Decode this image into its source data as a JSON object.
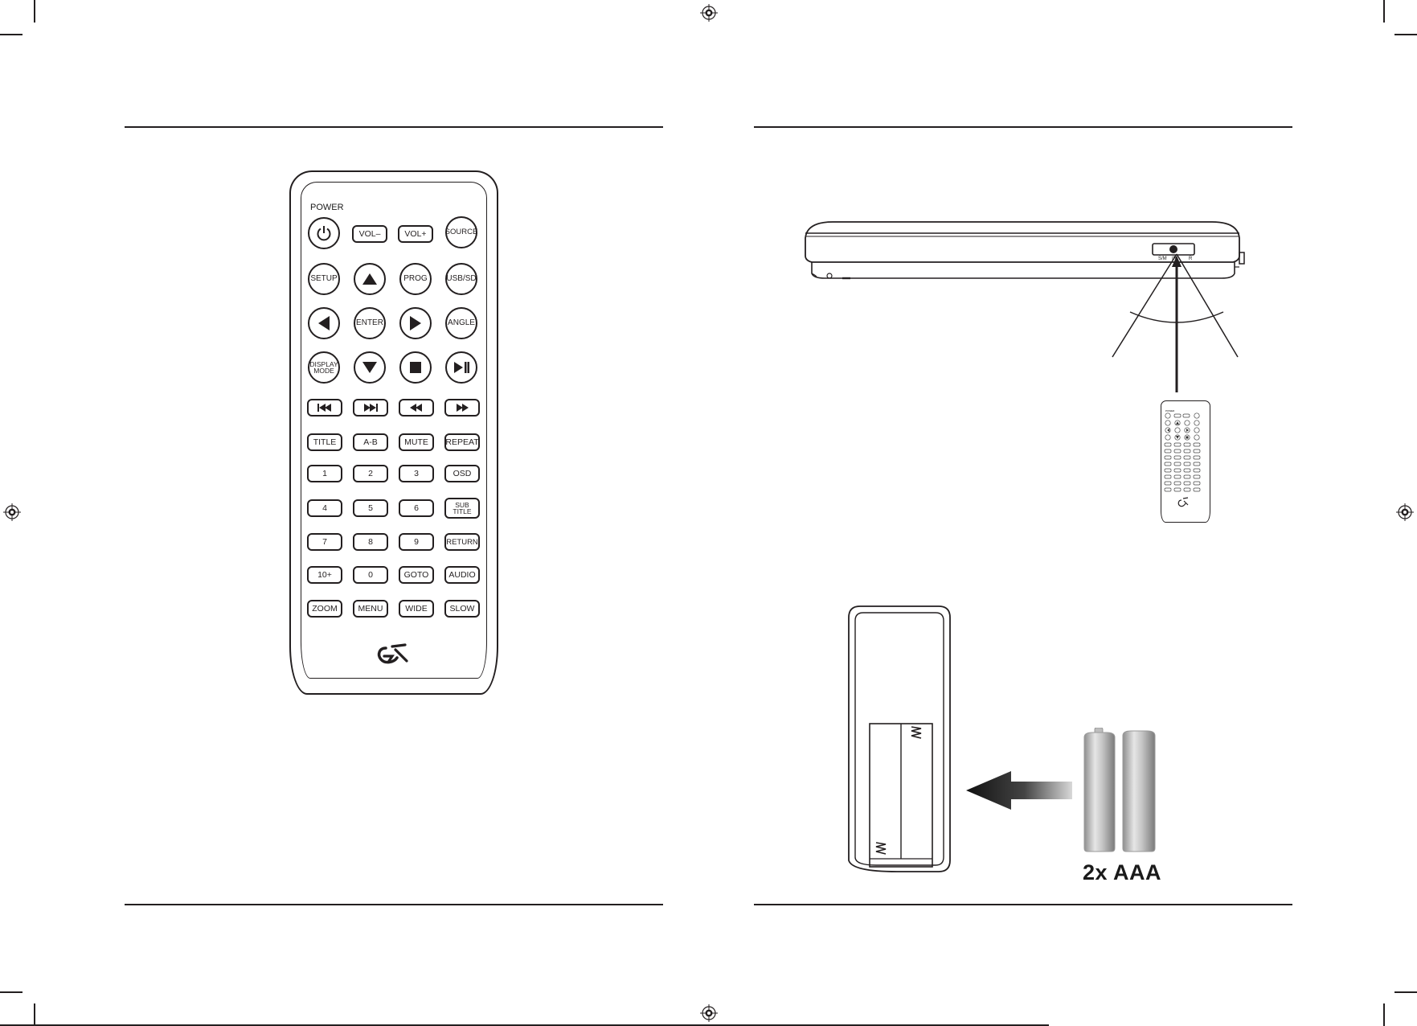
{
  "remote": {
    "power_label": "POWER",
    "brand_logo": "gpx-logo",
    "buttons": {
      "vol_down": "VOL–",
      "vol_up": "VOL+",
      "source": "SOURCE",
      "setup": "SETUP",
      "prog": "PROG",
      "usb_sd": "USB/SD",
      "enter": "ENTER",
      "angle": "ANGLE",
      "display_mode": "DISPLAY MODE",
      "title": "TITLE",
      "ab": "A-B",
      "mute": "MUTE",
      "repeat": "REPEAT",
      "n1": "1",
      "n2": "2",
      "n3": "3",
      "osd": "OSD",
      "n4": "4",
      "n5": "5",
      "n6": "6",
      "subtitle": "SUB TITLE",
      "n7": "7",
      "n8": "8",
      "n9": "9",
      "return": "RETURN",
      "n10plus": "10+",
      "n0": "0",
      "goto": "GOTO",
      "audio": "AUDIO",
      "zoom": "ZOOM",
      "menu": "MENU",
      "wide": "WIDE",
      "slow": "SLOW"
    },
    "icons": {
      "power": "power-icon",
      "up": "triangle-up-icon",
      "left": "triangle-left-icon",
      "right": "triangle-right-icon",
      "down": "triangle-down-icon",
      "stop": "stop-icon",
      "play_pause": "play-pause-icon",
      "prev": "skip-back-icon",
      "next": "skip-forward-icon",
      "rewind": "rewind-icon",
      "fast_forward": "fast-forward-icon"
    }
  },
  "player": {
    "sensor_labels": [
      "S/M",
      "IR",
      "R"
    ]
  },
  "battery": {
    "label": "2x AAA"
  },
  "colors": {
    "ink": "#231f20",
    "battery_silver": "#c9c9c9",
    "arrow_dark": "#111111"
  }
}
